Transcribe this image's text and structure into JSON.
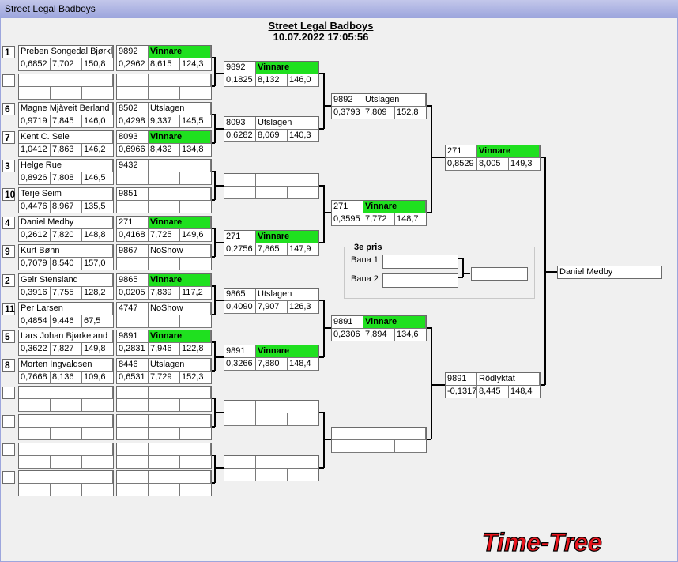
{
  "window": {
    "title": "Street Legal Badboys"
  },
  "header": {
    "title": "Street Legal Badboys",
    "datetime": "10.07.2022 17:05:56"
  },
  "round1": [
    {
      "seed": "1",
      "name": "Preben Songedal Bjørkli",
      "rt": "0,6852",
      "et": "7,702",
      "sp": "150,8",
      "num": "9892",
      "status": "Vinnare",
      "win": true,
      "rt2": "0,2962",
      "et2": "8,615",
      "sp2": "124,3"
    },
    {
      "seed": "",
      "name": "",
      "rt": "",
      "et": "",
      "sp": "",
      "num": "",
      "status": "",
      "win": false,
      "rt2": "",
      "et2": "",
      "sp2": ""
    },
    {
      "seed": "6",
      "name": "Magne Mjåveit Berland",
      "rt": "0,9719",
      "et": "7,845",
      "sp": "146,0",
      "num": "8502",
      "status": "Utslagen",
      "win": false,
      "rt2": "0,4298",
      "et2": "9,337",
      "sp2": "145,5"
    },
    {
      "seed": "7",
      "name": "Kent C. Sele",
      "rt": "1,0412",
      "et": "7,863",
      "sp": "146,2",
      "num": "8093",
      "status": "Vinnare",
      "win": true,
      "rt2": "0,6966",
      "et2": "8,432",
      "sp2": "134,8"
    },
    {
      "seed": "3",
      "name": "Helge Rue",
      "rt": "0,8926",
      "et": "7,808",
      "sp": "146,5",
      "num": "9432",
      "status": "",
      "win": false,
      "rt2": "",
      "et2": "",
      "sp2": ""
    },
    {
      "seed": "10",
      "name": "Terje Seim",
      "rt": "0,4476",
      "et": "8,967",
      "sp": "135,5",
      "num": "9851",
      "status": "",
      "win": false,
      "rt2": "",
      "et2": "",
      "sp2": ""
    },
    {
      "seed": "4",
      "name": "Daniel Medby",
      "rt": "0,2612",
      "et": "7,820",
      "sp": "148,8",
      "num": "271",
      "status": "Vinnare",
      "win": true,
      "rt2": "0,4168",
      "et2": "7,725",
      "sp2": "149,6"
    },
    {
      "seed": "9",
      "name": "Kurt Bøhn",
      "rt": "0,7079",
      "et": "8,540",
      "sp": "157,0",
      "num": "9867",
      "status": "NoShow",
      "win": false,
      "rt2": "",
      "et2": "",
      "sp2": ""
    },
    {
      "seed": "2",
      "name": "Geir Stensland",
      "rt": "0,3916",
      "et": "7,755",
      "sp": "128,2",
      "num": "9865",
      "status": "Vinnare",
      "win": true,
      "rt2": "0,0205",
      "et2": "7,839",
      "sp2": "117,2"
    },
    {
      "seed": "11",
      "name": "Per Larsen",
      "rt": "0,4854",
      "et": "9,446",
      "sp": "67,5",
      "num": "4747",
      "status": "NoShow",
      "win": false,
      "rt2": "",
      "et2": "",
      "sp2": ""
    },
    {
      "seed": "5",
      "name": "Lars Johan Bjørkeland",
      "rt": "0,3622",
      "et": "7,827",
      "sp": "149,8",
      "num": "9891",
      "status": "Vinnare",
      "win": true,
      "rt2": "0,2831",
      "et2": "7,946",
      "sp2": "122,8"
    },
    {
      "seed": "8",
      "name": "Morten Ingvaldsen",
      "rt": "0,7668",
      "et": "8,136",
      "sp": "109,6",
      "num": "8446",
      "status": "Utslagen",
      "win": false,
      "rt2": "0,6531",
      "et2": "7,729",
      "sp2": "152,3"
    },
    {
      "seed": "",
      "name": "",
      "rt": "",
      "et": "",
      "sp": "",
      "num": "",
      "status": "",
      "win": false,
      "rt2": "",
      "et2": "",
      "sp2": ""
    },
    {
      "seed": "",
      "name": "",
      "rt": "",
      "et": "",
      "sp": "",
      "num": "",
      "status": "",
      "win": false,
      "rt2": "",
      "et2": "",
      "sp2": ""
    },
    {
      "seed": "",
      "name": "",
      "rt": "",
      "et": "",
      "sp": "",
      "num": "",
      "status": "",
      "win": false,
      "rt2": "",
      "et2": "",
      "sp2": ""
    },
    {
      "seed": "",
      "name": "",
      "rt": "",
      "et": "",
      "sp": "",
      "num": "",
      "status": "",
      "win": false,
      "rt2": "",
      "et2": "",
      "sp2": ""
    }
  ],
  "round2": [
    {
      "num": "9892",
      "status": "Vinnare",
      "win": true,
      "rt": "0,1825",
      "et": "8,132",
      "sp": "146,0"
    },
    {
      "num": "8093",
      "status": "Utslagen",
      "win": false,
      "rt": "0,6282",
      "et": "8,069",
      "sp": "140,3"
    },
    {
      "num": "",
      "status": "",
      "win": false,
      "rt": "",
      "et": "",
      "sp": ""
    },
    {
      "num": "271",
      "status": "Vinnare",
      "win": true,
      "rt": "0,2756",
      "et": "7,865",
      "sp": "147,9"
    },
    {
      "num": "9865",
      "status": "Utslagen",
      "win": false,
      "rt": "0,4090",
      "et": "7,907",
      "sp": "126,3"
    },
    {
      "num": "9891",
      "status": "Vinnare",
      "win": true,
      "rt": "0,3266",
      "et": "7,880",
      "sp": "148,4"
    },
    {
      "num": "",
      "status": "",
      "win": false,
      "rt": "",
      "et": "",
      "sp": ""
    },
    {
      "num": "",
      "status": "",
      "win": false,
      "rt": "",
      "et": "",
      "sp": ""
    }
  ],
  "round3": [
    {
      "num": "9892",
      "status": "Utslagen",
      "win": false,
      "rt": "0,3793",
      "et": "7,809",
      "sp": "152,8"
    },
    {
      "num": "271",
      "status": "Vinnare",
      "win": true,
      "rt": "0,3595",
      "et": "7,772",
      "sp": "148,7"
    },
    {
      "num": "9891",
      "status": "Vinnare",
      "win": true,
      "rt": "0,2306",
      "et": "7,894",
      "sp": "134,6"
    },
    {
      "num": "",
      "status": "",
      "win": false,
      "rt": "",
      "et": "",
      "sp": ""
    }
  ],
  "round4": [
    {
      "num": "271",
      "status": "Vinnare",
      "win": true,
      "rt": "0,8529",
      "et": "8,005",
      "sp": "149,3"
    },
    {
      "num": "9891",
      "status": "Rödlyktat",
      "win": false,
      "rt": "-0,1317",
      "et": "8,445",
      "sp": "148,4"
    }
  ],
  "final": {
    "winner": "Daniel Medby"
  },
  "third": {
    "title": "3e pris",
    "lane1": "Bana 1",
    "lane2": "Bana 2"
  },
  "logo": {
    "text": "Time-Tree",
    "color": "#e8141c"
  }
}
